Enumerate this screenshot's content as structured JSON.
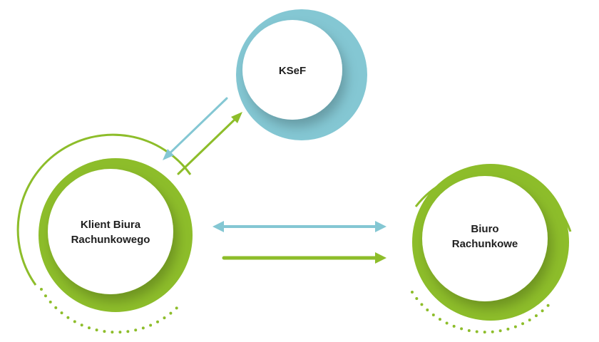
{
  "colors": {
    "green": "#8dbd2a",
    "blue": "#84c7d3",
    "text": "#1f1f1f",
    "node_fill": "#ffffff"
  },
  "nodes": {
    "kseF": {
      "label": "KSeF"
    },
    "klient": {
      "label_line1": "Klient Biura",
      "label_line2": "Rachunkowego"
    },
    "biuro": {
      "label_line1": "Biuro",
      "label_line2": "Rachunkowe"
    }
  },
  "connections": [
    {
      "from": "kseF",
      "to": "klient",
      "color": "blue",
      "style": "one-way"
    },
    {
      "from": "klient",
      "to": "kseF",
      "color": "green",
      "style": "one-way"
    },
    {
      "from": "klient",
      "to": "biuro",
      "color": "blue",
      "style": "two-way"
    },
    {
      "from": "klient",
      "to": "biuro",
      "color": "green",
      "style": "one-way"
    }
  ]
}
